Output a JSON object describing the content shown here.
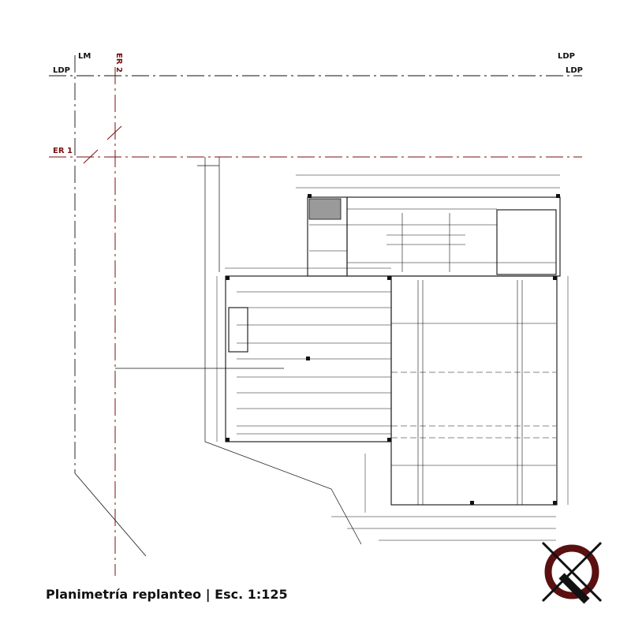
{
  "labels": {
    "lm": "LM",
    "ldp_left": "LDP",
    "ldp_right_top": "LDP",
    "ldp_right": "LDP",
    "er1": "ER 1",
    "er2": "ER 2"
  },
  "title": "Planimetría replanteo | Esc. 1:125",
  "colors": {
    "ink": "#111111",
    "red": "#7a1010",
    "grey_fill": "#9a9a9a",
    "logo_red": "#5a1010"
  },
  "icons": [
    "studio-logo"
  ]
}
